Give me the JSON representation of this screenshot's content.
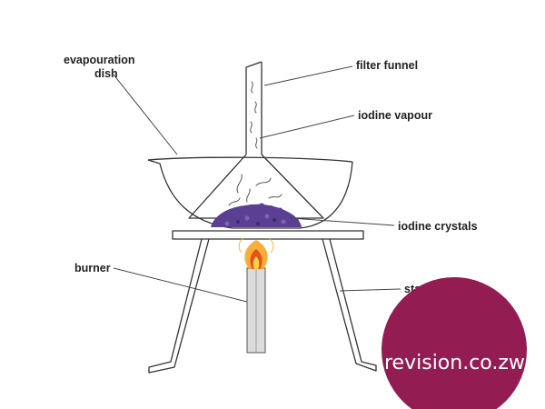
{
  "labels": {
    "evaporation_dish_line1": "evapouration",
    "evaporation_dish_line2": "dish",
    "filter_funnel": "filter funnel",
    "iodine_vapour": "iodine vapour",
    "iodine_crystals": "iodine crystals",
    "burner": "burner",
    "stand": "stand"
  },
  "watermark": {
    "text": "revision.co.zw"
  },
  "colors": {
    "outline": "#333333",
    "crystals": "#5a3f93",
    "flame_outer": "#f6a623",
    "flame_inner": "#e5521b",
    "burner_tube": "#dcdcdc",
    "watermark_circle": "#931d52",
    "leader_line": "#444444"
  }
}
